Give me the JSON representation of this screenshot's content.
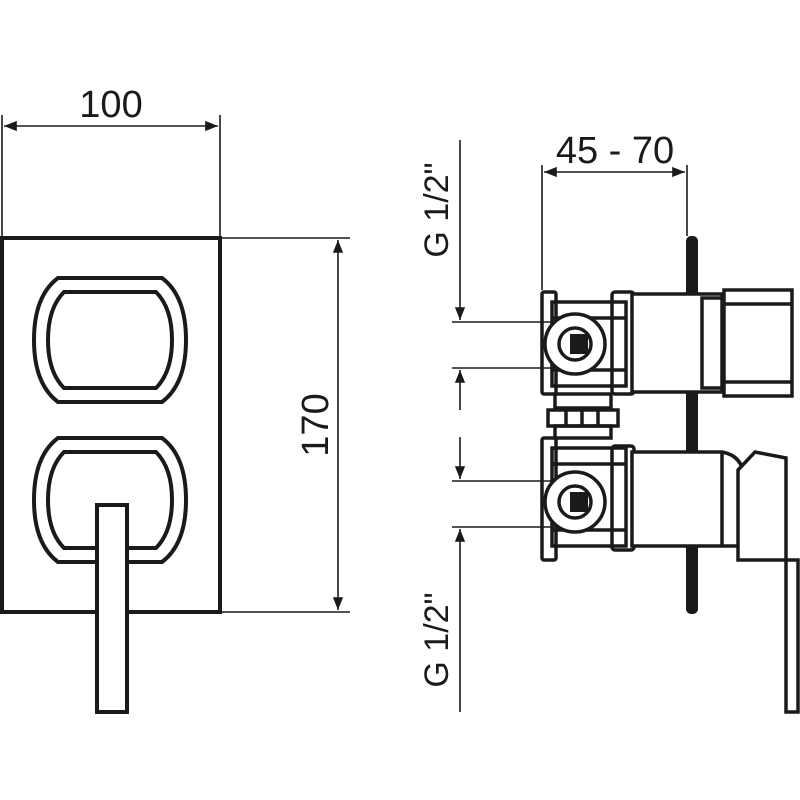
{
  "dimensions": {
    "width_label": "100",
    "height_label": "170",
    "depth_label": "45 - 70",
    "thread_top_label": "G 1/2\"",
    "thread_bottom_label": "G 1/2\""
  },
  "colors": {
    "line": "#1a1a1a",
    "background": "#ffffff"
  }
}
